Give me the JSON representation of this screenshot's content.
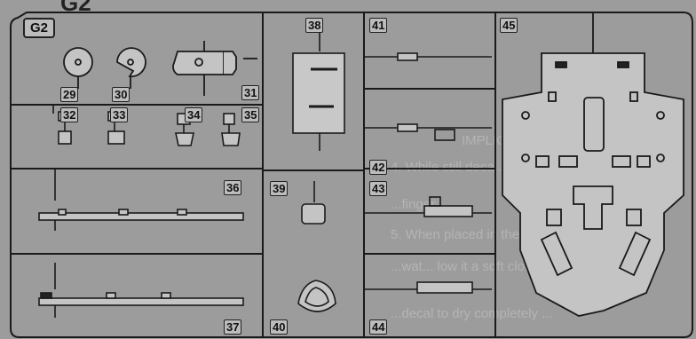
{
  "page": {
    "heading": "G2",
    "sprue_name": "G2"
  },
  "parts": {
    "p29": "29",
    "p30": "30",
    "p31": "31",
    "p32": "32",
    "p33": "33",
    "p34": "34",
    "p35": "35",
    "p36": "36",
    "p37": "37",
    "p38": "38",
    "p39": "39",
    "p40": "40",
    "p41": "41",
    "p42": "42",
    "p43": "43",
    "p44": "44",
    "p45": "45"
  },
  "background_text": {
    "l1": "IMPLICATION",
    "l2": "4. While still deca... ure to move",
    "l3": "...finger.",
    "l4": "5. When placed in the proper positi...",
    "l5": "...wat... low it a soft cloth.",
    "l6": "...decal to dry completely ..."
  }
}
